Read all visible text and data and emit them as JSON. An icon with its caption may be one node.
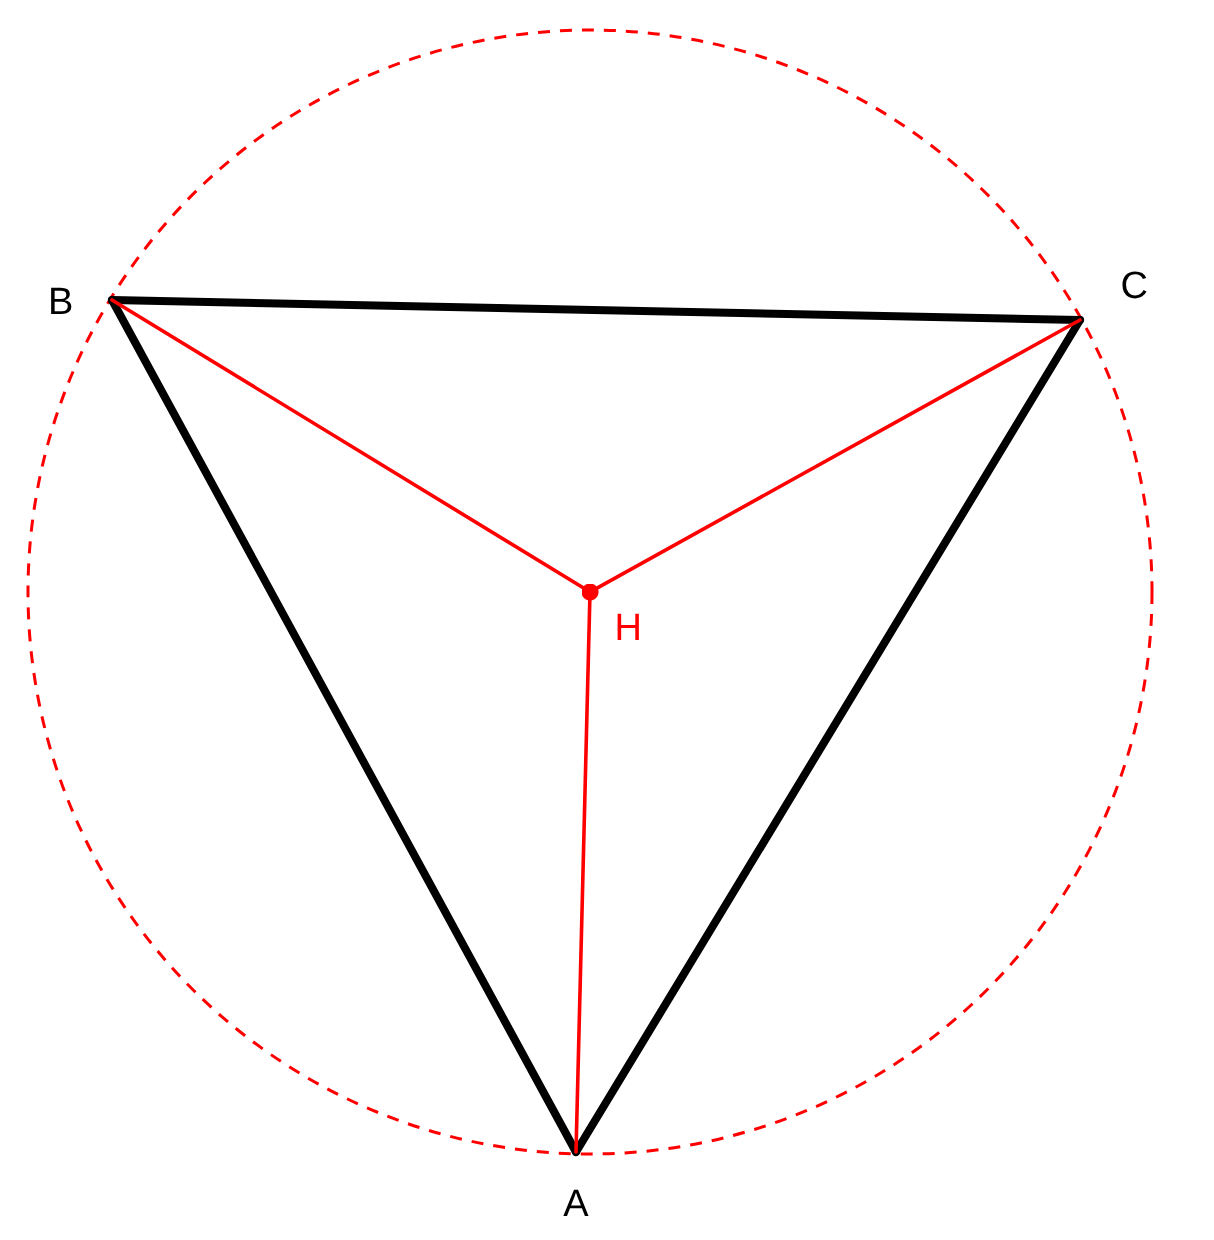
{
  "diagram": {
    "nodes": [
      {
        "text": [
          "B"
        ]
      },
      {
        "text": [
          "C"
        ]
      },
      {
        "text": [
          "H"
        ]
      },
      {
        "text": [
          "A"
        ]
      }
    ],
    "edges": [
      {
        "from": 0,
        "to": 1,
        "arrow": "none",
        "style": "thick"
      },
      {
        "from": 0,
        "to": 3,
        "arrow": "none",
        "style": "thick"
      },
      {
        "from": 1,
        "to": 3,
        "arrow": "none",
        "style": "thick"
      },
      {
        "from": 2,
        "to": 0,
        "arrow": "none",
        "color": "#ff0000"
      },
      {
        "from": 2,
        "to": 1,
        "arrow": "none",
        "color": "#ff0000"
      },
      {
        "from": 2,
        "to": 3,
        "arrow": "none",
        "color": "#ff0000"
      }
    ]
  }
}
